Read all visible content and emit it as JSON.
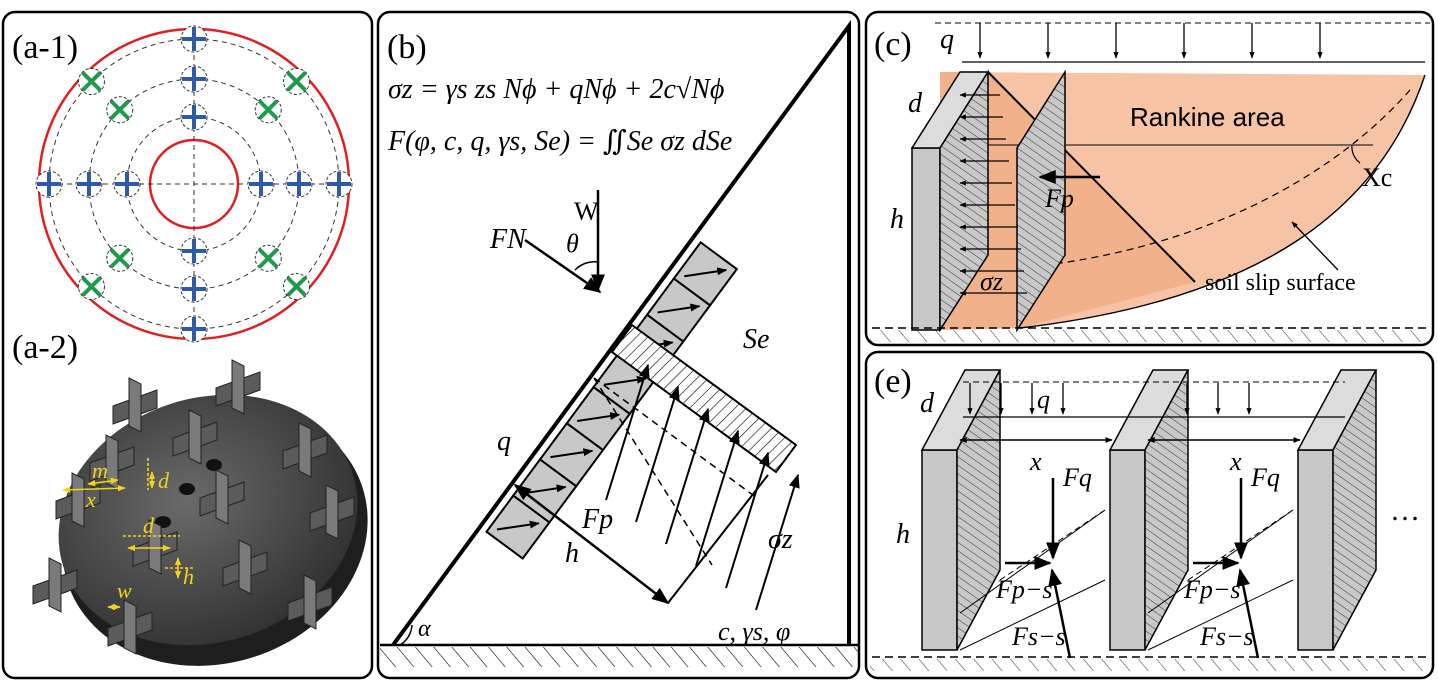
{
  "panels": {
    "a1": {
      "label": "(a-1)"
    },
    "a2": {
      "label": "(a-2)",
      "dims": {
        "m": "m",
        "x": "x",
        "d1": "d",
        "d2": "d",
        "h": "h",
        "w": "w"
      }
    },
    "b": {
      "label": "(b)",
      "eq1": "σz = γs zs Nϕ + qNϕ + 2c√Nϕ",
      "eq2": "F(φ, c, q, γs, Se) = ∬Se σz dSe",
      "W": "W",
      "theta": "θ",
      "FN": "FN",
      "Se": "Se",
      "q": "q",
      "Fp": "Fp",
      "h": "h",
      "sigma_z": "σz",
      "soil_params": "c, γs, φ",
      "alpha": "α"
    },
    "c": {
      "label": "(c)",
      "q": "q",
      "d": "d",
      "h": "h",
      "rankine": "Rankine area",
      "Xc": "Xc",
      "Fp": "Fp",
      "sigma_z": "σz",
      "slip": "soil slip surface"
    },
    "e": {
      "label": "(e)",
      "d": "d",
      "q": "q",
      "x1": "x",
      "x2": "x",
      "h": "h",
      "Fq1": "Fq",
      "Fq2": "Fq",
      "Fps1": "Fp−s",
      "Fps2": "Fp−s",
      "Fss1": "Fs−s",
      "Fss2": "Fs−s",
      "ellipsis": "…"
    }
  },
  "colors": {
    "red_circle": "#e02020",
    "plus_blue": "#2f5aa8",
    "cross_green": "#1f9a4a",
    "slip_fill": "#f6c3a4",
    "wall_grey": "#c8c8c8",
    "dim_yellow": "#f2d31b"
  }
}
